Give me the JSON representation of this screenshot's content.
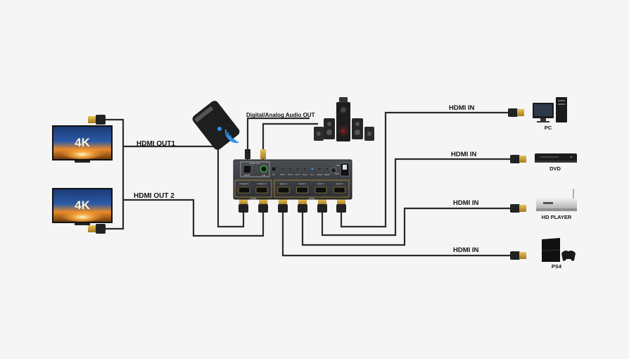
{
  "labels": {
    "hdmi_out1": "HDMI OUT1",
    "hdmi_out2": "HDMI OUT 2",
    "audio_out": "Digital/Analog Audio OUT",
    "hdmi_in_pc": "HDMI IN",
    "hdmi_in_dvd": "HDMI IN",
    "hdmi_in_hd": "HDMI IN",
    "hdmi_in_ps4": "HDMI IN"
  },
  "tv": {
    "top_text": "4K",
    "bottom_text": "4K"
  },
  "devices": {
    "pc": "PC",
    "dvd": "DVD",
    "hd_player": "HD PLAYER",
    "ps4": "PS4"
  },
  "switch_panel": {
    "audio_out_title": "Audio Out",
    "spdif": "SPDIF",
    "l_r": "L/R",
    "ir": "IR",
    "led_labels": [
      "Out 1",
      "Out 2",
      "Out 3",
      "Out 4",
      "In 1",
      "Power",
      "Select"
    ],
    "output_ports": [
      "Output 1",
      "Output 2"
    ],
    "input_ports": [
      "Input 4",
      "Input 3",
      "Input 2",
      "Input 1"
    ],
    "hdmi_caption_out": "HDMI",
    "hdmi_caption_in": "HDMI",
    "on_label": "ON",
    "off_label": "OFF"
  },
  "colors": {
    "background": "#f5f5f5",
    "cable": "#2a2a2a",
    "hdmi_plug_gold": "#c79a2c",
    "switch_body": "#3a3c40",
    "led_blue": "#2f8fe6"
  }
}
